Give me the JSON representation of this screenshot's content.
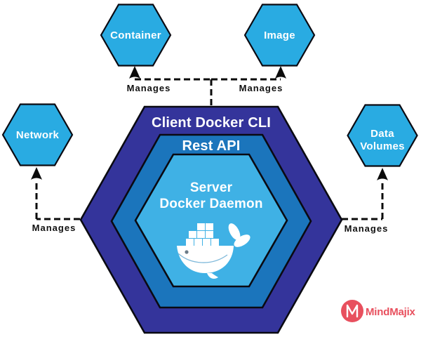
{
  "colors": {
    "node_fill": "#29abe2",
    "outer_fill": "#34349b",
    "middle_fill": "#1b75bc",
    "inner_fill": "#3fb1e5",
    "edge_color": "#0b0b0b",
    "label_text": "#ffffff",
    "brand_red": "#e8505e"
  },
  "diagram": {
    "center": {
      "outer_label": "Client Docker CLI",
      "middle_label": "Rest API",
      "inner_label_line1": "Server",
      "inner_label_line2": "Docker Daemon"
    },
    "nodes": {
      "container": {
        "label": "Container"
      },
      "image": {
        "label": "Image"
      },
      "network": {
        "label": "Network"
      },
      "data_volumes": {
        "label_line1": "Data",
        "label_line2": "Volumes"
      }
    },
    "edges": {
      "container": {
        "label": "Manages"
      },
      "image": {
        "label": "Manages"
      },
      "network": {
        "label": "Manages"
      },
      "data_volumes": {
        "label": "Manages"
      }
    }
  },
  "branding": {
    "monogram": "M",
    "name": "MindMajix"
  }
}
